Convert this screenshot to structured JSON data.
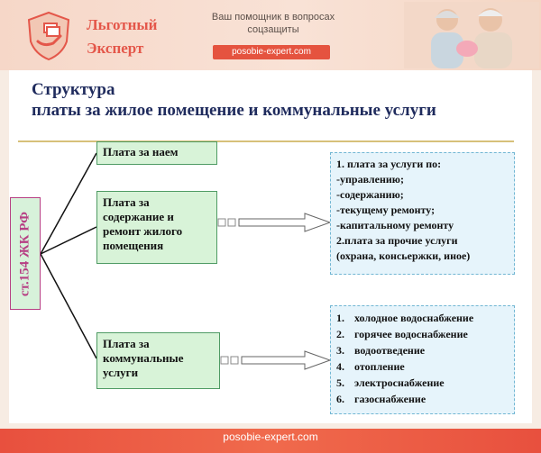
{
  "header": {
    "brand_line1": "Льготный",
    "brand_line2": "Эксперт",
    "helper_line1": "Ваш помощник в вопросах",
    "helper_line2": "соцзащиты",
    "site": "posobie-expert.com"
  },
  "title": {
    "line1": "Структура",
    "line2": "платы за жилое помещение и коммунальные услуги"
  },
  "root": {
    "label": "ст.154 ЖК РФ"
  },
  "branches": [
    {
      "lines": [
        "Плата за наем"
      ]
    },
    {
      "lines": [
        "Плата за",
        "содержание и",
        "ремонт жилого",
        "помещения"
      ]
    },
    {
      "lines": [
        "Плата за",
        "коммунальные",
        "услуги"
      ]
    }
  ],
  "services_box": {
    "lines": [
      "1. плата за услуги по:",
      "-управлению;",
      "-содержанию;",
      "-текущему ремонту;",
      "-капитальному ремонту",
      "2.плата за прочие услуги",
      "(охрана, консьержки, иное)"
    ]
  },
  "utilities_box": {
    "items": [
      {
        "num": "1.",
        "text": "холодное водоснабжение"
      },
      {
        "num": "2.",
        "text": "горячее водоснабжение"
      },
      {
        "num": "3.",
        "text": "водоотведение"
      },
      {
        "num": "4.",
        "text": "отопление"
      },
      {
        "num": "5.",
        "text": "электроснабжение"
      },
      {
        "num": "6.",
        "text": "газоснабжение"
      }
    ]
  },
  "footer": {
    "site": "posobie-expert.com"
  },
  "colors": {
    "accent": "#e5533f",
    "title": "#1f2b5d",
    "root_border": "#b73f84",
    "green_box": "#d8f3d8",
    "blue_box": "#e6f4fb"
  }
}
